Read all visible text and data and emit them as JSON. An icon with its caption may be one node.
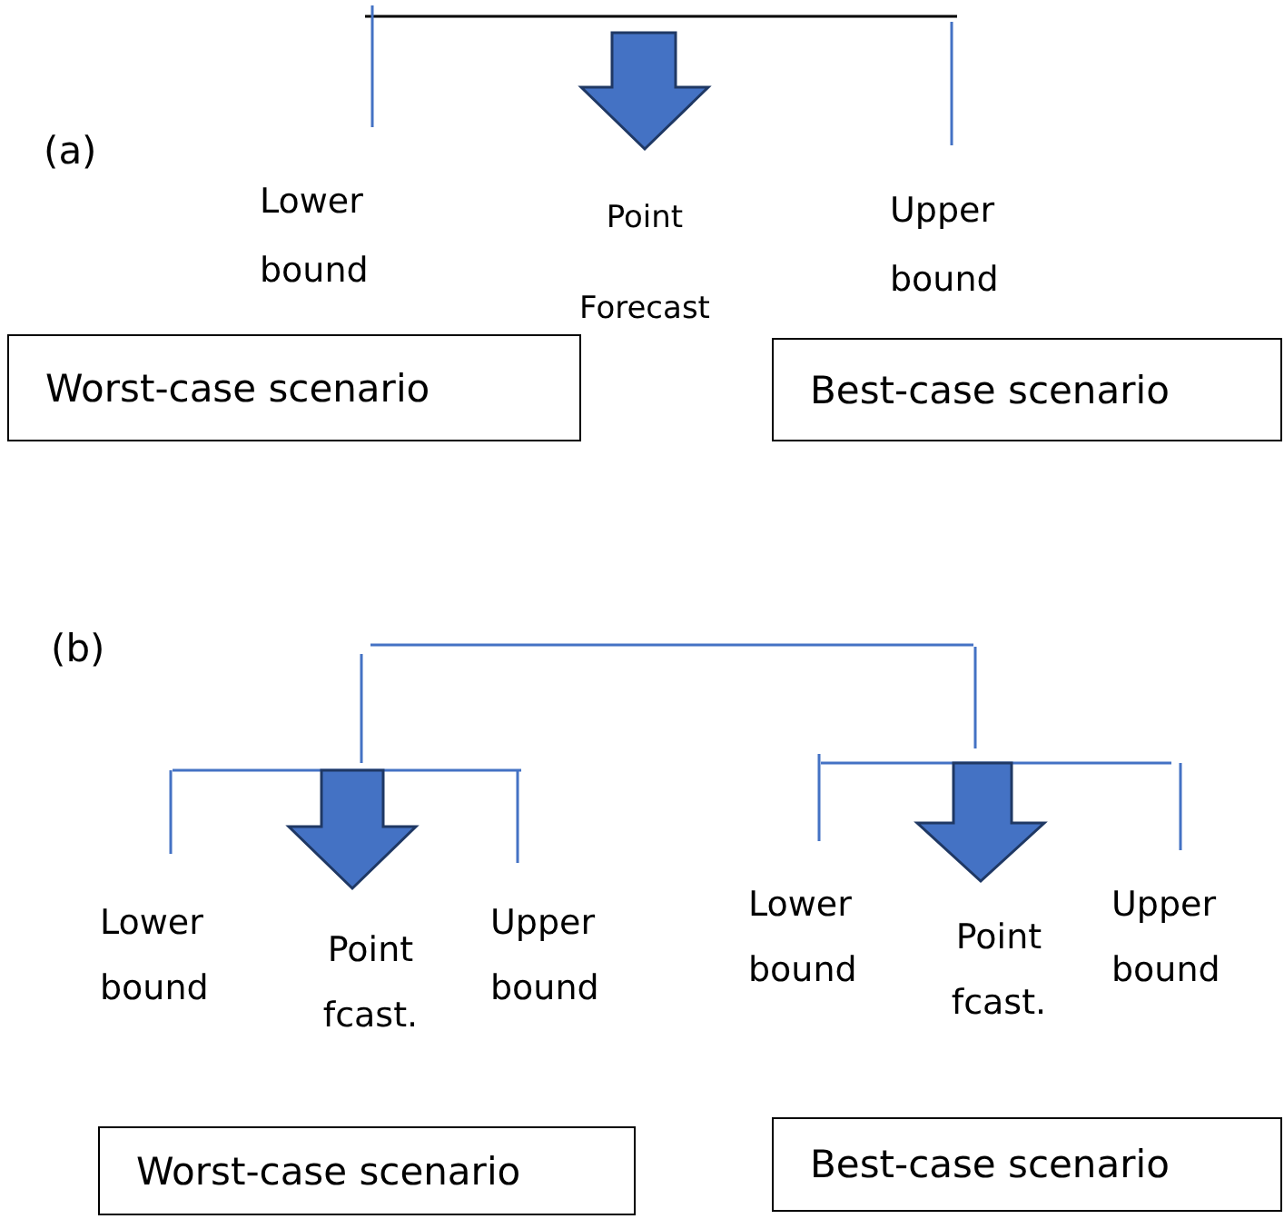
{
  "diagram": {
    "nodes": [
      {
        "text": [
          "Worst-case scenario"
        ]
      },
      {
        "text": [
          "Best-case scenario"
        ]
      },
      {
        "text": [
          "Worst-case scenario"
        ]
      },
      {
        "text": [
          "Best-case scenario"
        ]
      }
    ],
    "labels": [
      "(a)",
      "Lower bound",
      "Point Forecast",
      "Upper bound",
      "(b)",
      "Lower bound",
      "Point fcast.",
      "Upper bound",
      "Lower bound",
      "Point fcast.",
      "Upper bound"
    ]
  }
}
